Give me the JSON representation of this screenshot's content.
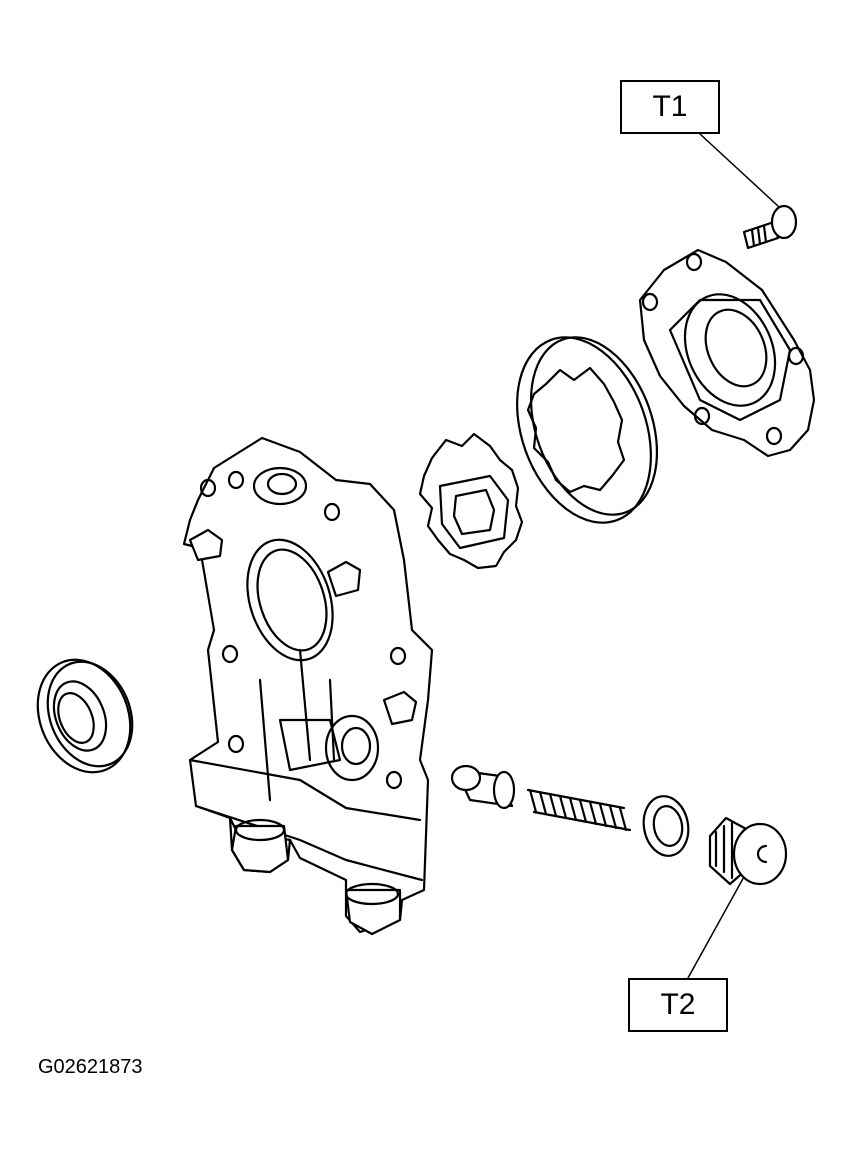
{
  "callouts": {
    "t1": "T1",
    "t2": "T2"
  },
  "figure_id": "G02621873",
  "parts": [
    "oil-seal",
    "pump-body",
    "inner-rotor",
    "outer-rotor",
    "pump-cover",
    "cover-screw",
    "relief-valve-plunger",
    "relief-valve-spring",
    "relief-valve-washer",
    "relief-valve-plug"
  ]
}
